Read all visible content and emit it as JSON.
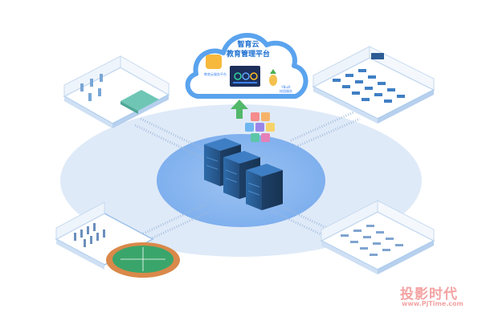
{
  "cloud": {
    "title_line1": "智育云",
    "title_line2": "教育管理平台",
    "left_logo_caption": "教育云服务平台",
    "right_logo_brand": "YBuilt",
    "right_logo_caption": "校园服务"
  },
  "watermark": {
    "text": "投影时代",
    "url": "www.PjTime.com"
  },
  "colors": {
    "accent": "#2f80ed",
    "ellipse_outer": "#dbe8f8",
    "ellipse_inner": "#7fb0ee",
    "server": "#2b5f9e",
    "room_floor": "#ffffff",
    "field_green": "#3aa56a",
    "track_orange": "#d9894a",
    "watermark": "#f4a3a3"
  },
  "icons": [
    "cloud-icon",
    "server-rack-icon",
    "upload-arrow-icon",
    "app-grid-icon",
    "classroom-icon",
    "sports-field-icon"
  ]
}
